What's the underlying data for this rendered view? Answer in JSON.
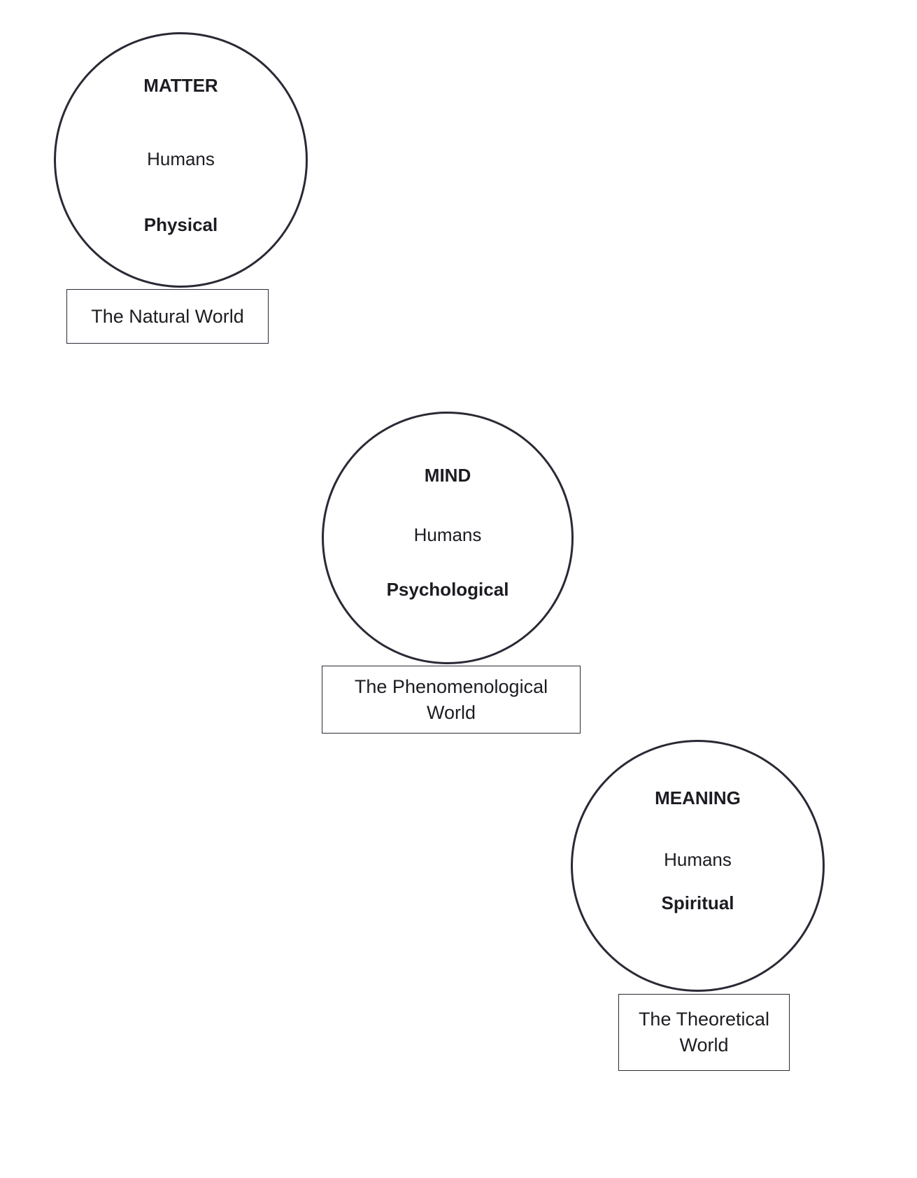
{
  "colors": {
    "stroke": "#2a2a35",
    "text": "#1c1c22",
    "background": "#ffffff"
  },
  "groups": [
    {
      "heading": "MATTER",
      "subject": "Humans",
      "aspect": "Physical",
      "world_lines": [
        "The Natural World"
      ]
    },
    {
      "heading": "MIND",
      "subject": "Humans",
      "aspect": "Psychological",
      "world_lines": [
        "The Phenomenological",
        "World"
      ]
    },
    {
      "heading": "MEANING",
      "subject": "Humans",
      "aspect": "Spiritual",
      "world_lines": [
        "The Theoretical",
        "World"
      ]
    }
  ]
}
